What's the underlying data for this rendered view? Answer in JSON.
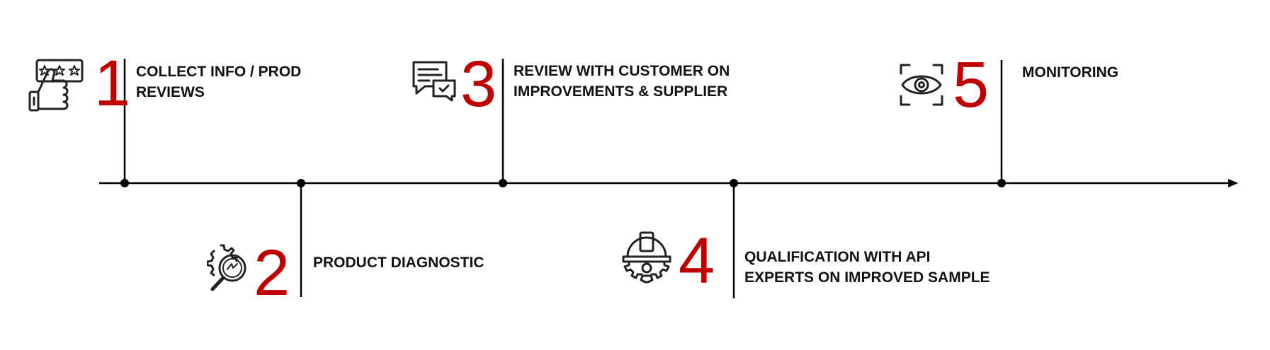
{
  "colors": {
    "accent": "#c00000",
    "line": "#000000",
    "text": "#111111",
    "icon": "#222222"
  },
  "steps": [
    {
      "number": "1",
      "label": "COLLECT INFO / PROD\nREVIEWS",
      "icon": "thumbs-up-review-icon",
      "side": "above"
    },
    {
      "number": "2",
      "label": "PRODUCT DIAGNOSTIC",
      "icon": "gear-magnifier-icon",
      "side": "below"
    },
    {
      "number": "3",
      "label": "REVIEW WITH CUSTOMER ON\nIMPROVEMENTS & SUPPLIER",
      "icon": "chat-bubbles-check-icon",
      "side": "above"
    },
    {
      "number": "4",
      "label": "QUALIFICATION WITH API\nEXPERTS ON IMPROVED SAMPLE",
      "icon": "helmet-gear-icon",
      "side": "below"
    },
    {
      "number": "5",
      "label": "MONITORING",
      "icon": "eye-scan-icon",
      "side": "above"
    }
  ]
}
